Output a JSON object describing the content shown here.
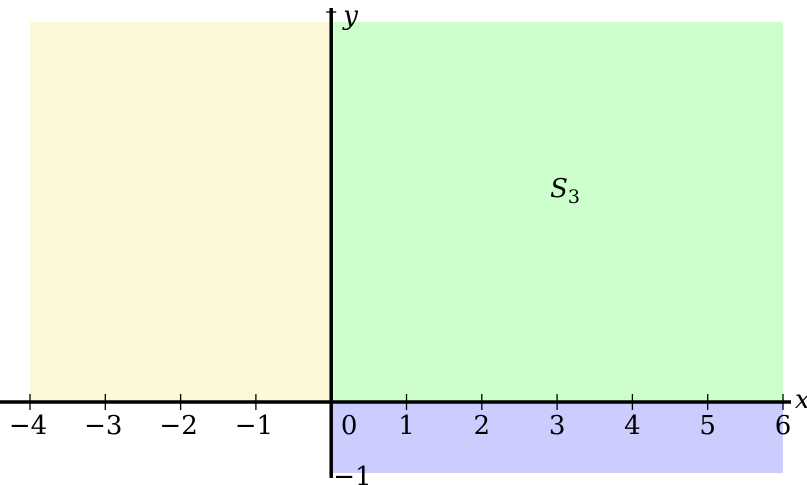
{
  "diagram": {
    "x_range": [
      -4,
      6
    ],
    "y_range": [
      -1,
      5
    ],
    "axes": {
      "x_label": "x",
      "y_label": "y",
      "x_ticks": [
        {
          "value": -4,
          "label": "−4"
        },
        {
          "value": -3,
          "label": "−3"
        },
        {
          "value": -2,
          "label": "−2"
        },
        {
          "value": -1,
          "label": "−1"
        },
        {
          "value": 0,
          "label": "0"
        },
        {
          "value": 1,
          "label": "1"
        },
        {
          "value": 2,
          "label": "2"
        },
        {
          "value": 3,
          "label": "3"
        },
        {
          "value": 4,
          "label": "4"
        },
        {
          "value": 5,
          "label": "5"
        },
        {
          "value": 6,
          "label": "6"
        }
      ],
      "y_ticks": [
        {
          "value": -1,
          "label": "−1"
        }
      ]
    },
    "regions": [
      {
        "id": "left-region",
        "x": [
          -4,
          0
        ],
        "y": [
          0,
          5
        ],
        "color": "#fdf8d8",
        "label": ""
      },
      {
        "id": "s3-region",
        "x": [
          0,
          6
        ],
        "y": [
          0,
          5
        ],
        "color": "#ccffcc",
        "label": "S",
        "label_sub": "3",
        "label_at": [
          3,
          2.7
        ]
      },
      {
        "id": "bottom-region",
        "x": [
          0,
          6
        ],
        "y": [
          -1,
          0
        ],
        "color": "#ccccff",
        "label": ""
      }
    ]
  }
}
